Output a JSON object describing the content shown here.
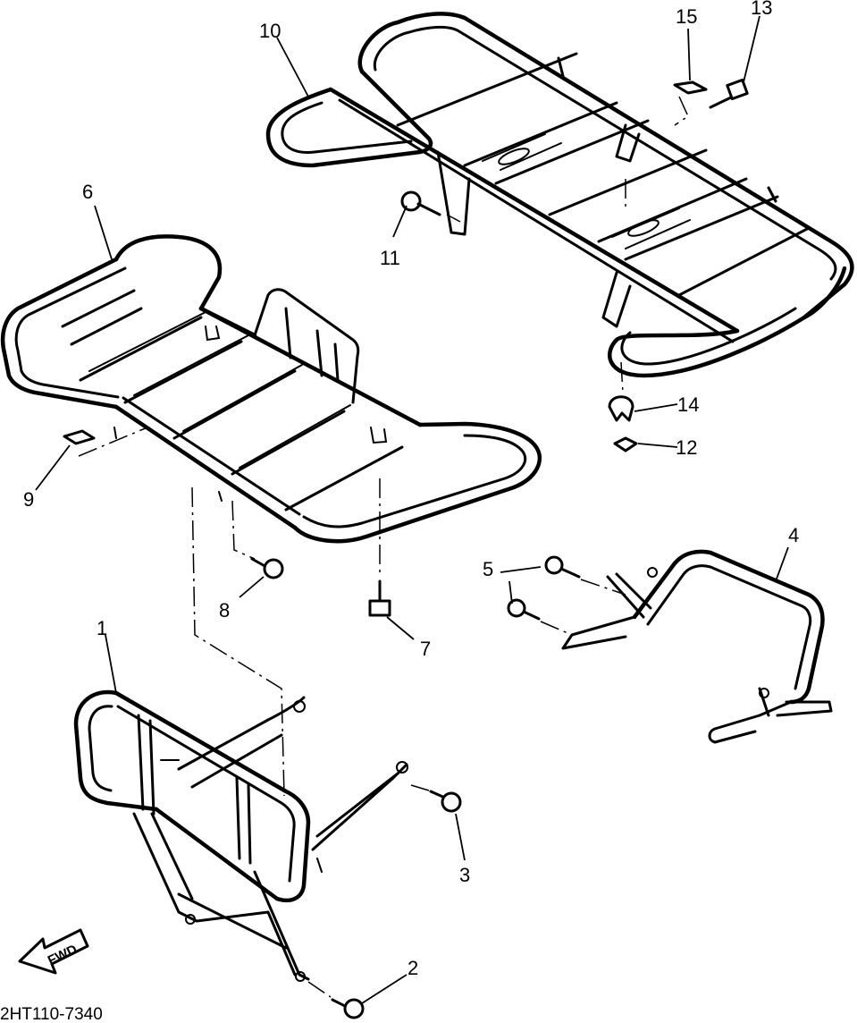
{
  "callouts": {
    "p1": "1",
    "p2": "2",
    "p3": "3",
    "p4": "4",
    "p5": "5",
    "p6": "6",
    "p7": "7",
    "p8": "8",
    "p9": "9",
    "p10": "10",
    "p11": "11",
    "p12": "12",
    "p13": "13",
    "p14": "14",
    "p15": "15"
  },
  "direction_marker": "FWD",
  "drawing_code": "2HT110-7340"
}
